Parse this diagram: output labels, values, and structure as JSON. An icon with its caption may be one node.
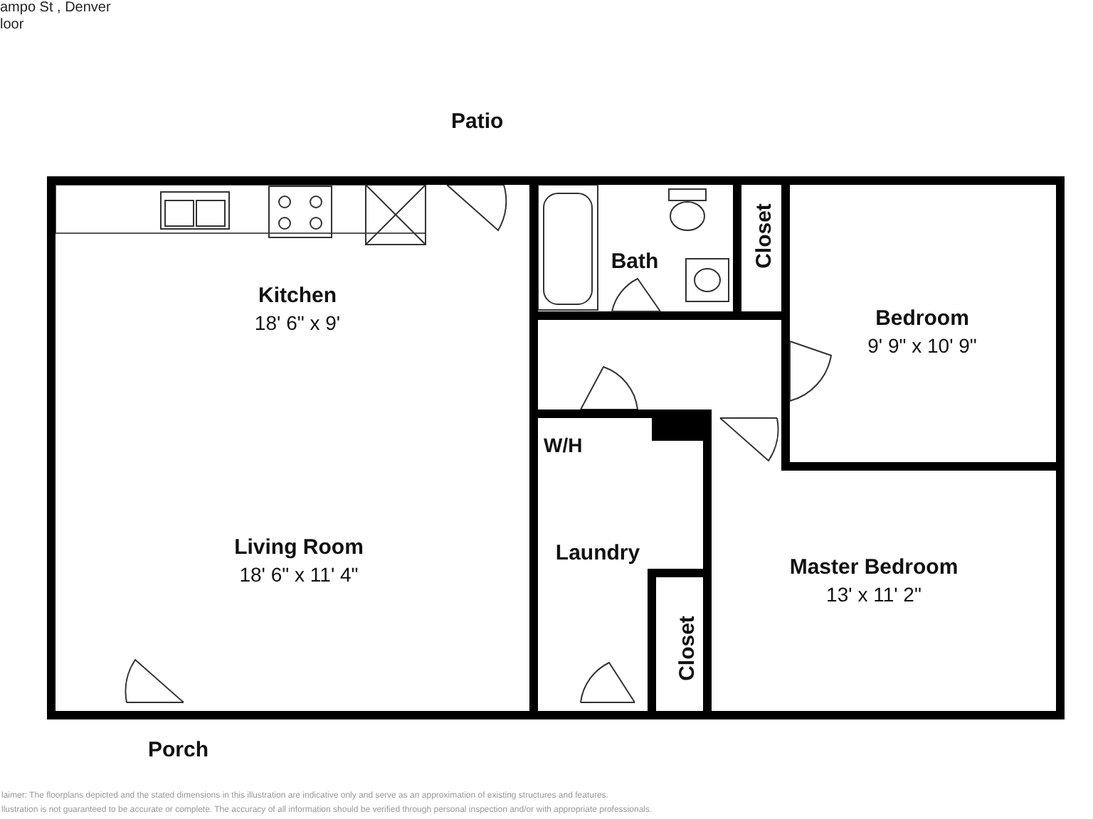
{
  "diagram": {
    "nodes": [
      {
        "text": [
          "Kitchen",
          "18' 6\" x 9'"
        ]
      },
      {
        "text": [
          "Living Room",
          "18' 6\" x 11' 4\""
        ]
      },
      {
        "text": [
          "Bath"
        ]
      },
      {
        "text": [
          "Closet"
        ]
      },
      {
        "text": [
          "Bedroom",
          "9' 9\" x 10' 9\""
        ]
      },
      {
        "text": [
          "Laundry"
        ]
      },
      {
        "text": [
          "Closet"
        ]
      },
      {
        "text": [
          "Master Bedroom",
          "13' x 11' 2\""
        ]
      }
    ],
    "edges": [],
    "labels": [
      "ampo St , Denver",
      "loor",
      "Patio",
      "W/H",
      "Porch",
      "laimer: The floorplans depicted and the stated dimensions in this illustration are indicative only and serve as an approximation of existing structures and features.",
      "llustration is not guaranteed to be accurate or complete. The accuracy of all information should be verified through personal inspection and/or with appropriate professionals."
    ]
  }
}
